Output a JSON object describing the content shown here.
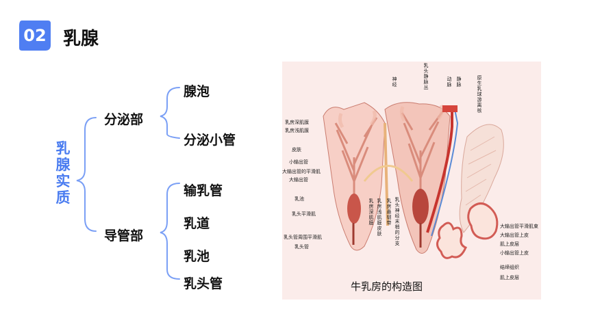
{
  "header": {
    "badge": "02",
    "title": "乳腺"
  },
  "tree": {
    "root": "乳腺实质",
    "branches": [
      {
        "label": "分泌部",
        "children": [
          "腺泡",
          "分泌小管"
        ]
      },
      {
        "label": "导管部",
        "children": [
          "输乳管",
          "乳道",
          "乳池",
          "乳头管"
        ]
      }
    ]
  },
  "colors": {
    "accent": "#4a7cf0",
    "badge": "#4f7ef2",
    "brace": "#7a9ff5"
  },
  "figure": {
    "caption": "牛乳房的构造图",
    "left_labels": [
      "乳房深肌膜",
      "乳房浅肌膜",
      "皮肤",
      "小输出管",
      "大输出管的平滑肌",
      "大输出管",
      "乳池",
      "乳头平滑肌",
      "乳头管周围平滑肌",
      "乳头管"
    ],
    "top_labels": [
      "神经",
      "乳头静脉丛",
      "动脉",
      "静脉",
      "原生乳球游离核"
    ],
    "middle_labels": [
      "乳房深肌膜",
      "乳房浅肌膜皮肤",
      "乳房悬韧带",
      "乳头神经末梢的分支"
    ],
    "right_labels": [
      "大输出管平滑肌束",
      "大输出管上皮",
      "肌上皮层",
      "小输出管上皮",
      "结缔组织",
      "肌上皮层"
    ]
  }
}
